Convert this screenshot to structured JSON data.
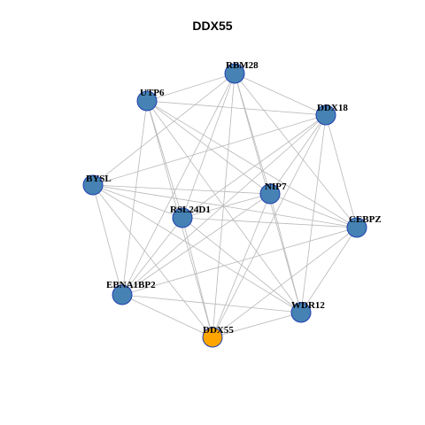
{
  "title": "DDX55",
  "colors": {
    "node_fill": "#4682b4",
    "node_stroke": "#1f3fb0",
    "highlight_fill": "#ffa500",
    "edge": "#b8b8b8"
  },
  "nodes": [
    {
      "id": "RBM28",
      "label": "RBM28",
      "highlight": false
    },
    {
      "id": "UTP6",
      "label": "UTP6",
      "highlight": false
    },
    {
      "id": "DDX18",
      "label": "DDX18",
      "highlight": false
    },
    {
      "id": "BYSL",
      "label": "BYSL",
      "highlight": false
    },
    {
      "id": "NIP7",
      "label": "NIP7",
      "highlight": false
    },
    {
      "id": "RSL24D1",
      "label": "RSL24D1",
      "highlight": false
    },
    {
      "id": "CEBPZ",
      "label": "CEBPZ",
      "highlight": false
    },
    {
      "id": "EBNA1BP2",
      "label": "EBNA1BP2",
      "highlight": false
    },
    {
      "id": "WDR12",
      "label": "WDR12",
      "highlight": false
    },
    {
      "id": "DDX55",
      "label": "DDX55",
      "highlight": true
    }
  ],
  "edges": [
    [
      "RBM28",
      "UTP6"
    ],
    [
      "RBM28",
      "DDX18"
    ],
    [
      "RBM28",
      "BYSL"
    ],
    [
      "RBM28",
      "NIP7"
    ],
    [
      "RBM28",
      "RSL24D1"
    ],
    [
      "RBM28",
      "CEBPZ"
    ],
    [
      "RBM28",
      "EBNA1BP2"
    ],
    [
      "RBM28",
      "WDR12"
    ],
    [
      "RBM28",
      "DDX55"
    ],
    [
      "UTP6",
      "DDX18"
    ],
    [
      "UTP6",
      "NIP7"
    ],
    [
      "UTP6",
      "RSL24D1"
    ],
    [
      "UTP6",
      "EBNA1BP2"
    ],
    [
      "UTP6",
      "WDR12"
    ],
    [
      "UTP6",
      "DDX55"
    ],
    [
      "UTP6",
      "CEBPZ"
    ],
    [
      "DDX18",
      "BYSL"
    ],
    [
      "DDX18",
      "NIP7"
    ],
    [
      "DDX18",
      "RSL24D1"
    ],
    [
      "DDX18",
      "CEBPZ"
    ],
    [
      "DDX18",
      "EBNA1BP2"
    ],
    [
      "DDX18",
      "WDR12"
    ],
    [
      "DDX18",
      "DDX55"
    ],
    [
      "BYSL",
      "NIP7"
    ],
    [
      "BYSL",
      "RSL24D1"
    ],
    [
      "BYSL",
      "CEBPZ"
    ],
    [
      "BYSL",
      "EBNA1BP2"
    ],
    [
      "BYSL",
      "WDR12"
    ],
    [
      "BYSL",
      "DDX55"
    ],
    [
      "NIP7",
      "RSL24D1"
    ],
    [
      "NIP7",
      "CEBPZ"
    ],
    [
      "NIP7",
      "EBNA1BP2"
    ],
    [
      "NIP7",
      "WDR12"
    ],
    [
      "NIP7",
      "DDX55"
    ],
    [
      "RSL24D1",
      "CEBPZ"
    ],
    [
      "RSL24D1",
      "WDR12"
    ],
    [
      "RSL24D1",
      "DDX55"
    ],
    [
      "RSL24D1",
      "EBNA1BP2"
    ],
    [
      "CEBPZ",
      "EBNA1BP2"
    ],
    [
      "CEBPZ",
      "WDR12"
    ],
    [
      "CEBPZ",
      "DDX55"
    ],
    [
      "EBNA1BP2",
      "WDR12"
    ],
    [
      "EBNA1BP2",
      "DDX55"
    ],
    [
      "WDR12",
      "DDX55"
    ]
  ]
}
